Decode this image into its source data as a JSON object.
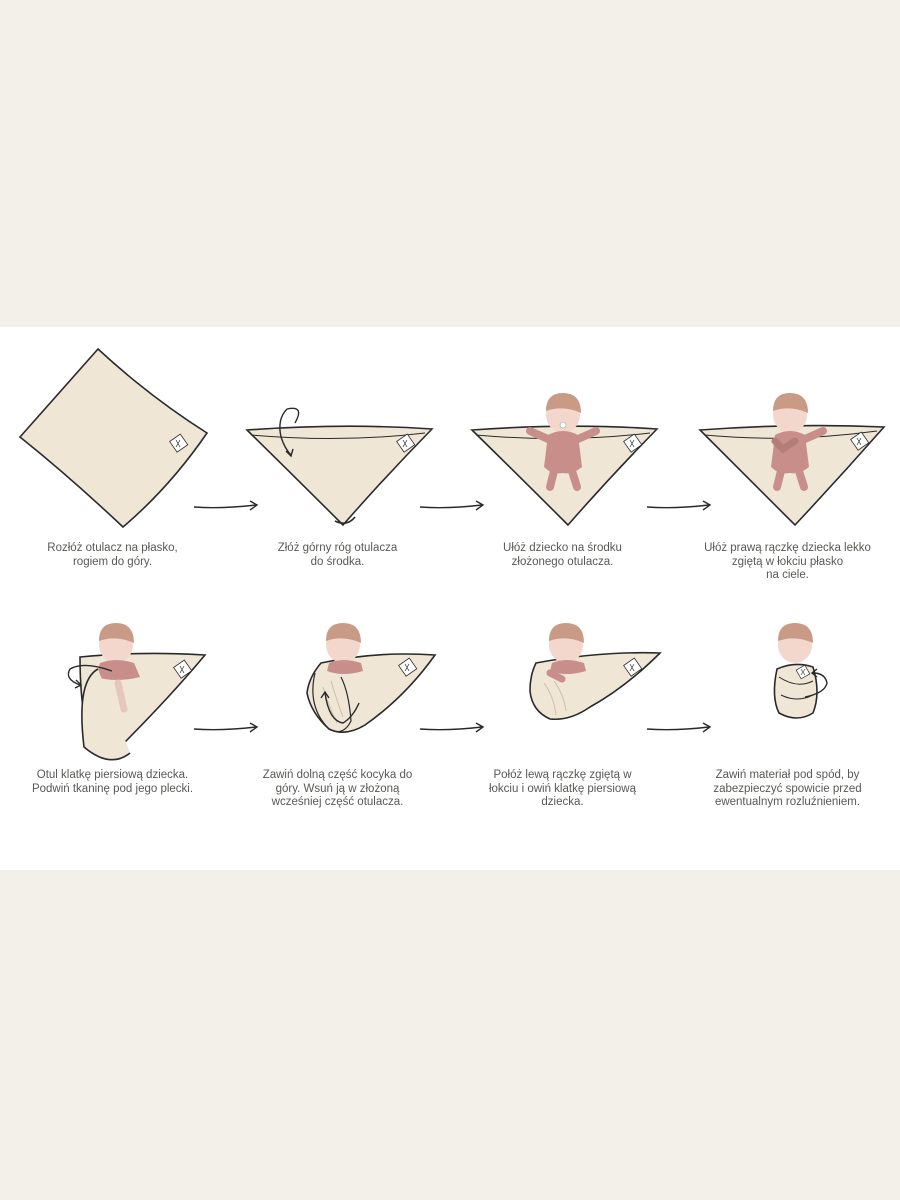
{
  "colors": {
    "background": "#f3efe9",
    "panel": "#ffffff",
    "blanket": "#efe6d6",
    "outline": "#2a2a2a",
    "hat": "#c99a85",
    "skin": "#f4d7cc",
    "onesie": "#c88f8a",
    "text": "#5a5855"
  },
  "steps": [
    {
      "caption": "Rozłóż otulacz na płasko,\nrogiem do góry."
    },
    {
      "caption": "Złóż górny róg otulacza\ndo środka."
    },
    {
      "caption": "Ułóż dziecko na środku\nzłożonego otulacza."
    },
    {
      "caption": "Ułóż prawą rączkę dziecka lekko\nzgiętą w łokciu płasko\nna ciele."
    },
    {
      "caption": "Otul klatkę piersiową dziecka.\nPodwiń tkaninę pod jego plecki."
    },
    {
      "caption": "Zawiń dolną część kocyka do\ngóry. Wsuń ją w złożoną\nwcześniej część otulacza."
    },
    {
      "caption": "Połóż lewą rączkę zgiętą w\nłokciu i owiń klatkę piersiową\ndziecka."
    },
    {
      "caption": "Zawiń materiał pod spód, by\nzabezpieczyć spowicie przed\newentualnym rozluźnieniem."
    }
  ],
  "icons": [
    "step-arrow-icon",
    "fold-arrow-icon",
    "brand-label-icon"
  ]
}
